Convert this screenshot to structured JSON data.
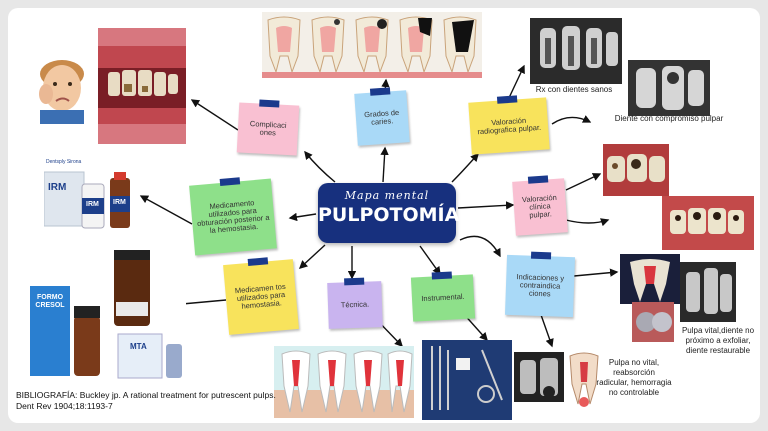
{
  "center": {
    "subtitle": "Mapa mental",
    "title": "PULPOTOMÍA"
  },
  "notes": {
    "grados": "Grados de caries.",
    "complicaciones": "Complicaci ones",
    "valoracion_radiografica": "Valoración radiografica pulpar.",
    "valoracion_clinica": "Valoración clínica pulpar.",
    "medicamento_obturacion": "Medicamento utilizados para obturación posterior a la hemostasia.",
    "medicamentos_hemostasia": "Medicamen tos utilizados para hemostasia.",
    "tecnica": "Técnica.",
    "instrumental": "Instrumental.",
    "indicaciones": "Indicaciones y contraindica ciones"
  },
  "captions": {
    "rx_sanos": "Rx con dientes sanos",
    "compromiso_pulpar": "Diente con compromiso pulpar",
    "pulpa_vital": "Pulpa vital,diente no próximo a exfoliar, diente restaurable",
    "pulpa_no_vital": "Pulpa no vital, reabsorción radicular, hemorragia no controlable"
  },
  "product_labels": {
    "dentsply": "Dentsply Sirona",
    "irm": "IRM",
    "formocresol": "FORMO CRESOL",
    "mta": "MTA"
  },
  "bibliography": "BIBLIOGRAFÍA: Buckley jp. A rational treatment for putrescent pulps. Dent Rev 1904;18:1193-7",
  "colors": {
    "center_bg": "#17307e",
    "tape": "#1b3a8c",
    "green_note": "#8ee08a",
    "pink_note": "#f9c0d2",
    "blue_note": "#a9d9f7",
    "yellow_note": "#f8e35c",
    "lilac_note": "#c9b4ef"
  }
}
